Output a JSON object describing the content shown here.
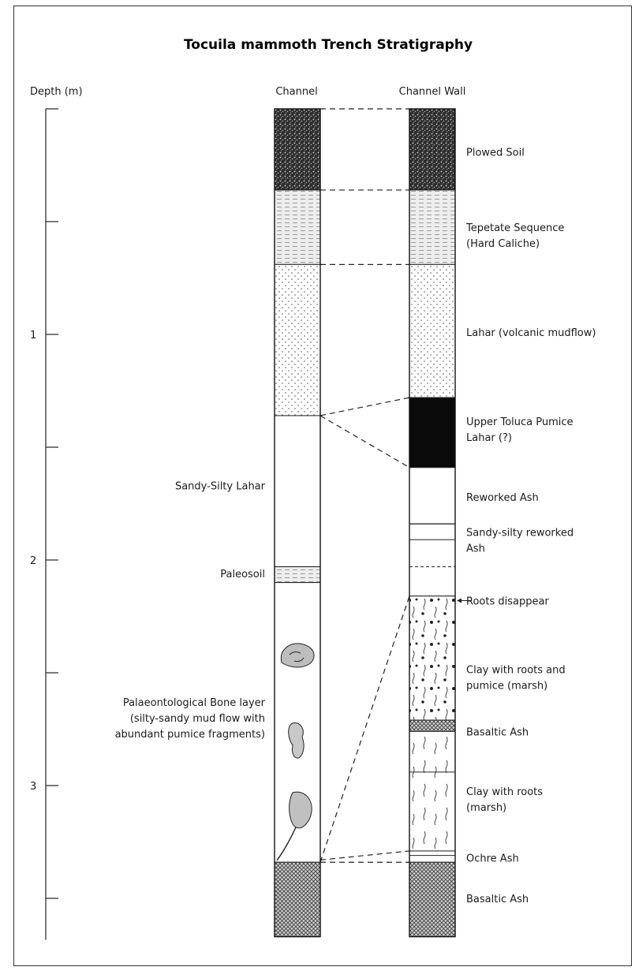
{
  "title": "Tocuila mammoth Trench Stratigraphy",
  "axis": {
    "label": "Depth (m)",
    "ticks": [
      {
        "d": 0.0,
        "label": ""
      },
      {
        "d": 0.5,
        "label": ""
      },
      {
        "d": 1.0,
        "label": "1"
      },
      {
        "d": 1.5,
        "label": ""
      },
      {
        "d": 2.0,
        "label": "2"
      },
      {
        "d": 2.5,
        "label": ""
      },
      {
        "d": 3.0,
        "label": "3"
      },
      {
        "d": 3.5,
        "label": ""
      }
    ]
  },
  "columns": {
    "channel": "Channel",
    "channel_wall": "Channel Wall"
  },
  "channel_labels": [
    {
      "lines": [
        "Sandy-Silty Lahar"
      ],
      "d": 1.67
    },
    {
      "lines": [
        "Paleosoil"
      ],
      "d": 2.06
    },
    {
      "lines": [
        "Palaeontological Bone layer",
        "(silty-sandy mud flow with",
        "abundant pumice fragments)"
      ],
      "d": 2.7
    }
  ],
  "wall_labels": [
    {
      "lines": [
        "Plowed Soil"
      ],
      "d": 0.19
    },
    {
      "lines": [
        "Tepetate Sequence",
        "(Hard Caliche)"
      ],
      "d": 0.56
    },
    {
      "lines": [
        "Lahar (volcanic mudflow)"
      ],
      "d": 0.99
    },
    {
      "lines": [
        "Upper Toluca Pumice",
        "Lahar (?)"
      ],
      "d": 1.42
    },
    {
      "lines": [
        "Reworked Ash"
      ],
      "d": 1.72
    },
    {
      "lines": [
        "Sandy-silty reworked",
        "Ash"
      ],
      "d": 1.91
    },
    {
      "lines": [
        "Roots disappear"
      ],
      "d": 2.18
    },
    {
      "lines": [
        "Clay with roots and",
        "pumice (marsh)"
      ],
      "d": 2.52
    },
    {
      "lines": [
        "Basaltic Ash"
      ],
      "d": 2.76
    },
    {
      "lines": [
        "Clay with roots",
        "(marsh)"
      ],
      "d": 3.06
    },
    {
      "lines": [
        "Ochre Ash"
      ],
      "d": 3.32
    },
    {
      "lines": [
        "Basaltic Ash"
      ],
      "d": 3.5
    }
  ],
  "channel_layers": [
    {
      "name": "plowed-soil",
      "top": 0.0,
      "bottom": 0.36,
      "pattern": "speckle"
    },
    {
      "name": "tepetate",
      "top": 0.36,
      "bottom": 0.69,
      "pattern": "dash"
    },
    {
      "name": "lahar",
      "top": 0.69,
      "bottom": 1.36,
      "pattern": "dots"
    },
    {
      "name": "sandy-silty-lahar",
      "top": 1.36,
      "bottom": 2.03,
      "pattern": "blank"
    },
    {
      "name": "paleosoil",
      "top": 2.03,
      "bottom": 2.1,
      "pattern": "dash"
    },
    {
      "name": "bone-layer",
      "top": 2.1,
      "bottom": 3.34,
      "pattern": "blank"
    },
    {
      "name": "basaltic-ash",
      "top": 3.34,
      "bottom": 3.67,
      "pattern": "cross"
    }
  ],
  "wall_layers": [
    {
      "name": "plowed-soil",
      "top": 0.0,
      "bottom": 0.36,
      "pattern": "speckle"
    },
    {
      "name": "tepetate",
      "top": 0.36,
      "bottom": 0.69,
      "pattern": "dash"
    },
    {
      "name": "lahar",
      "top": 0.69,
      "bottom": 1.28,
      "pattern": "dots"
    },
    {
      "name": "upper-toluca-pumice",
      "top": 1.28,
      "bottom": 1.59,
      "pattern": "solid"
    },
    {
      "name": "reworked-ash",
      "top": 1.59,
      "bottom": 1.84,
      "pattern": "blank"
    },
    {
      "name": "sandy-silty-reworked-ash",
      "top": 1.84,
      "bottom": 2.16,
      "pattern": "blank"
    },
    {
      "name": "clay-roots-pumice",
      "top": 2.16,
      "bottom": 2.71,
      "pattern": "rootsdots"
    },
    {
      "name": "basaltic-ash-upper",
      "top": 2.71,
      "bottom": 2.76,
      "pattern": "cross"
    },
    {
      "name": "clay-roots",
      "top": 2.76,
      "bottom": 3.29,
      "pattern": "roots"
    },
    {
      "name": "ochre-ash",
      "top": 3.29,
      "bottom": 3.34,
      "pattern": "blank"
    },
    {
      "name": "basaltic-ash-lower",
      "top": 3.34,
      "bottom": 3.67,
      "pattern": "cross"
    }
  ],
  "wall_internal_lines": [
    {
      "d": 1.84,
      "dashed": false
    },
    {
      "d": 1.91,
      "dashed": false
    },
    {
      "d": 2.03,
      "dashed": true
    },
    {
      "d": 2.94,
      "dashed": false
    },
    {
      "d": 3.31,
      "dashed": false
    }
  ],
  "correlations": [
    {
      "from": 0.0,
      "to": 0.0
    },
    {
      "from": 0.36,
      "to": 0.36
    },
    {
      "from": 0.69,
      "to": 0.69
    },
    {
      "from": 1.36,
      "to": 1.28
    },
    {
      "from": 1.36,
      "to": 1.59
    },
    {
      "from": 3.34,
      "to": 2.16
    },
    {
      "from": 3.33,
      "to": 3.29
    },
    {
      "from": 3.34,
      "to": 3.34
    }
  ],
  "fossils": [
    {
      "name": "mammoth-skull",
      "d": 2.42
    },
    {
      "name": "mammoth-bone",
      "d": 2.8
    },
    {
      "name": "mammoth-tusk-bone",
      "d": 3.15
    }
  ]
}
